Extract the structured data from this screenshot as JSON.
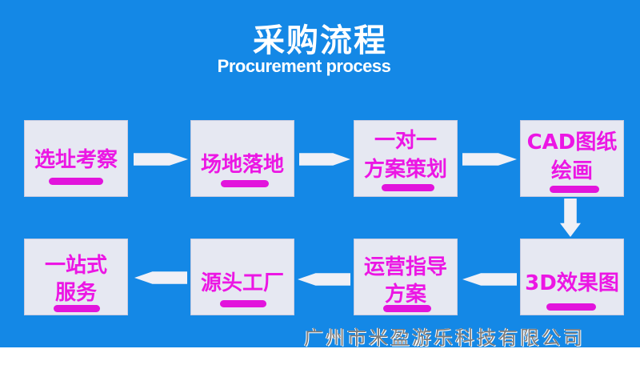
{
  "title": {
    "zh": "采购流程",
    "en": "Procurement process"
  },
  "steps": [
    {
      "lines": [
        "选址考察"
      ]
    },
    {
      "lines": [
        "场地落地"
      ]
    },
    {
      "lines": [
        "一对一",
        "方案策划"
      ]
    },
    {
      "lines": [
        "CAD图纸",
        "绘画"
      ]
    },
    {
      "lines": [
        "3D效果图"
      ]
    },
    {
      "lines": [
        "运营指导",
        "方案"
      ]
    },
    {
      "lines": [
        "源头工厂"
      ]
    },
    {
      "lines": [
        "一站式",
        "服务"
      ]
    }
  ],
  "footer": "广州市米盈游乐科技有限公司",
  "colors": {
    "background": "#1488e6",
    "box": "#e6e8f2",
    "text": "#ec16e4",
    "arrow": "#f0f0f6"
  }
}
